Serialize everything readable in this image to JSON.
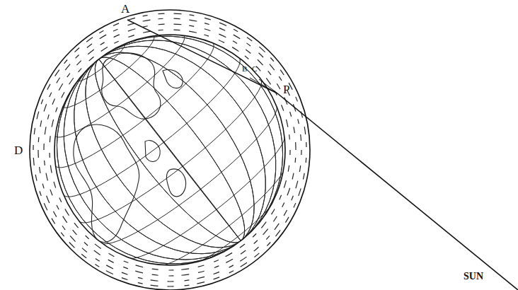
{
  "diagram": {
    "labels": [
      "A",
      "P",
      "B",
      "C",
      "D",
      "SUN"
    ]
  }
}
